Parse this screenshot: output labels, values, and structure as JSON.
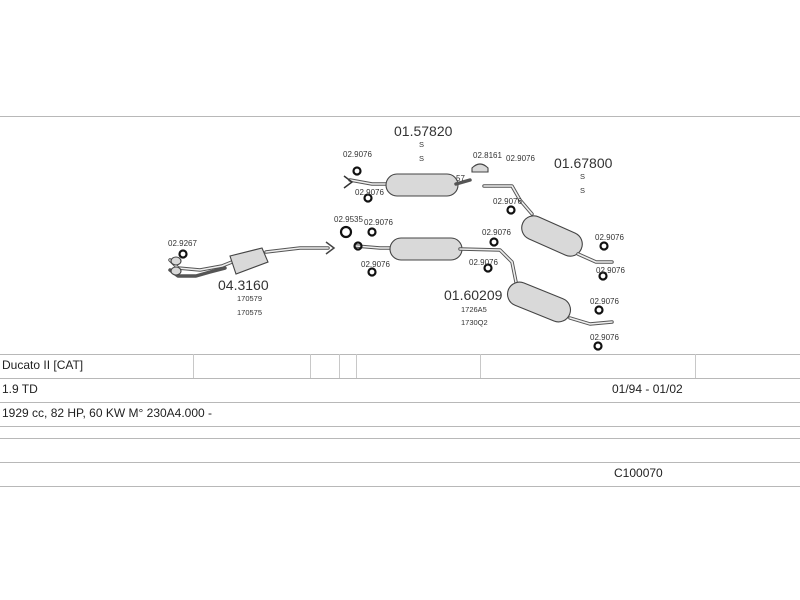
{
  "parts": {
    "p_043160": "04.3160",
    "p_043160_ref1": "170579",
    "p_043160_ref2": "170575",
    "p_0157820": "01.57820",
    "p_0157820_s1": "S",
    "p_0157820_s2": "S",
    "p_0167800": "01.67800",
    "p_0167800_s1": "S",
    "p_0167800_s2": "S",
    "p_0160209": "01.60209",
    "p_0160209_ref1": "1726A5",
    "p_0160209_ref2": "1730Q2",
    "clamp_029267": "02.9267",
    "clamp_029535": "02.9535",
    "clamp_028161": "02.8161",
    "ring": "02.9076",
    "mark_57": "57"
  },
  "table": {
    "model": "Ducato II  [CAT]",
    "engine": "1.9 TD",
    "years": "01/94 - 01/02",
    "spec": "1929 cc, 82 HP, 60 KW  M° 230A4.000 -",
    "code": "C100070"
  }
}
